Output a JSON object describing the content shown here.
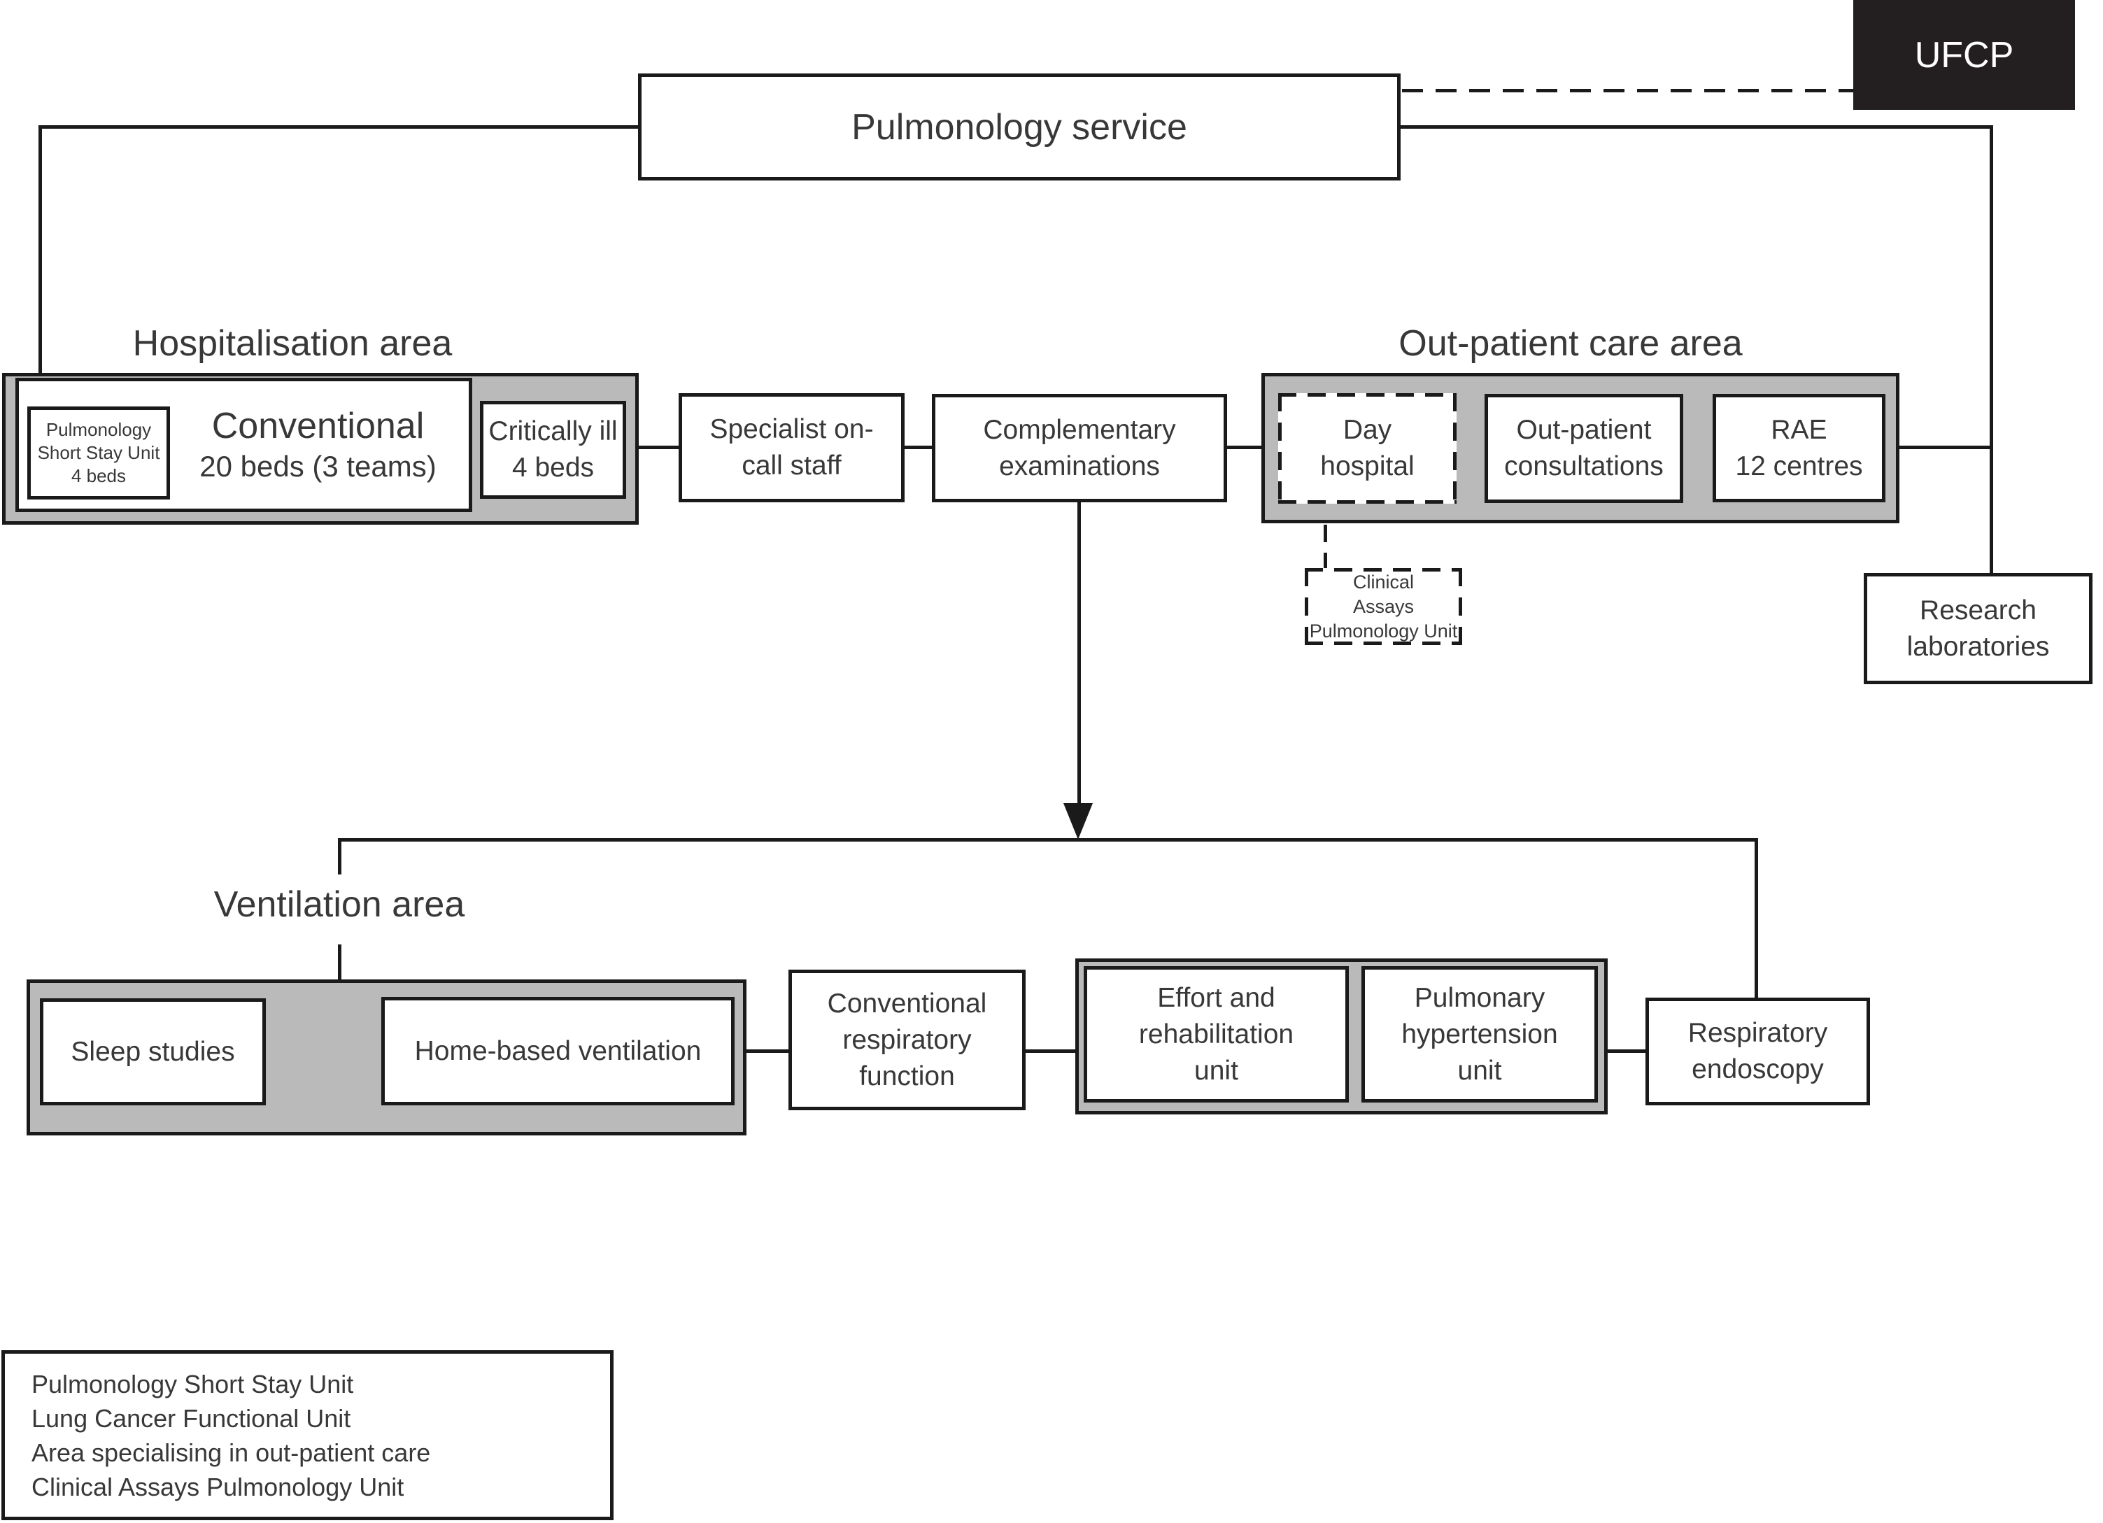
{
  "colors": {
    "gray_area": "#bababa",
    "line": "#1a1a1a",
    "text": "#383838",
    "ufcp_bg": "#231f20",
    "ufcp_text": "#ffffff"
  },
  "top": {
    "service": "Pulmonology service",
    "ufcp": "UFCP"
  },
  "hospitalisation": {
    "label": "Hospitalisation area",
    "pssu": [
      "Pulmonology",
      "Short Stay Unit",
      "4 beds"
    ],
    "conventional": {
      "title": "Conventional",
      "subtitle": "20 beds (3 teams)"
    },
    "critically_ill": [
      "Critically ill",
      "4 beds"
    ]
  },
  "services_row": {
    "specialist": [
      "Specialist on-",
      "call staff"
    ],
    "complementary": [
      "Complementary",
      "examinations"
    ]
  },
  "outpatient": {
    "label": "Out-patient care area",
    "day_hospital": [
      "Day",
      "hospital"
    ],
    "consultations": [
      "Out-patient",
      "consultations"
    ],
    "rae": [
      "RAE",
      "12 centres"
    ],
    "clinical_assays": [
      "Clinical",
      "Assays",
      "Pulmonology Unit"
    ]
  },
  "research": [
    "Research",
    "laboratories"
  ],
  "ventilation": {
    "label": "Ventilation area",
    "sleep_studies": "Sleep studies",
    "home_based": "Home-based ventilation",
    "conventional_respiratory": [
      "Conventional",
      "respiratory",
      "function"
    ],
    "effort_rehabilitation": [
      "Effort and",
      "rehabilitation",
      "unit"
    ],
    "pulmonary_hypertension": [
      "Pulmonary",
      "hypertension",
      "unit"
    ],
    "respiratory_endoscopy": [
      "Respiratory",
      "endoscopy"
    ]
  },
  "legend": [
    "Pulmonology Short Stay Unit",
    "Lung Cancer Functional Unit",
    "Area specialising in out-patient care",
    "Clinical Assays Pulmonology Unit"
  ]
}
